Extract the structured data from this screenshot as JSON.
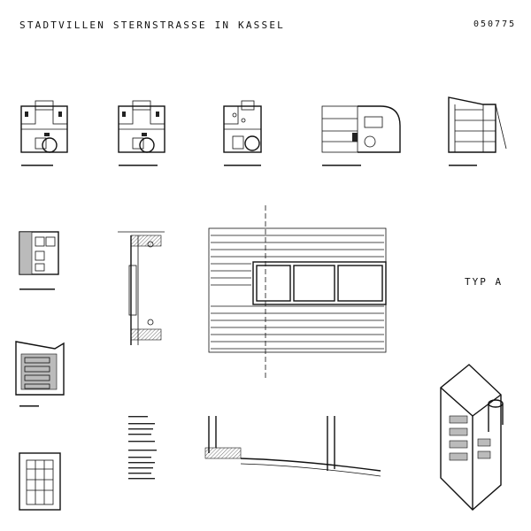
{
  "header": {
    "title": "STADTVILLEN STERNSTRASSE IN KASSEL",
    "sheet_number": "050775"
  },
  "type_label": "TYP A"
}
